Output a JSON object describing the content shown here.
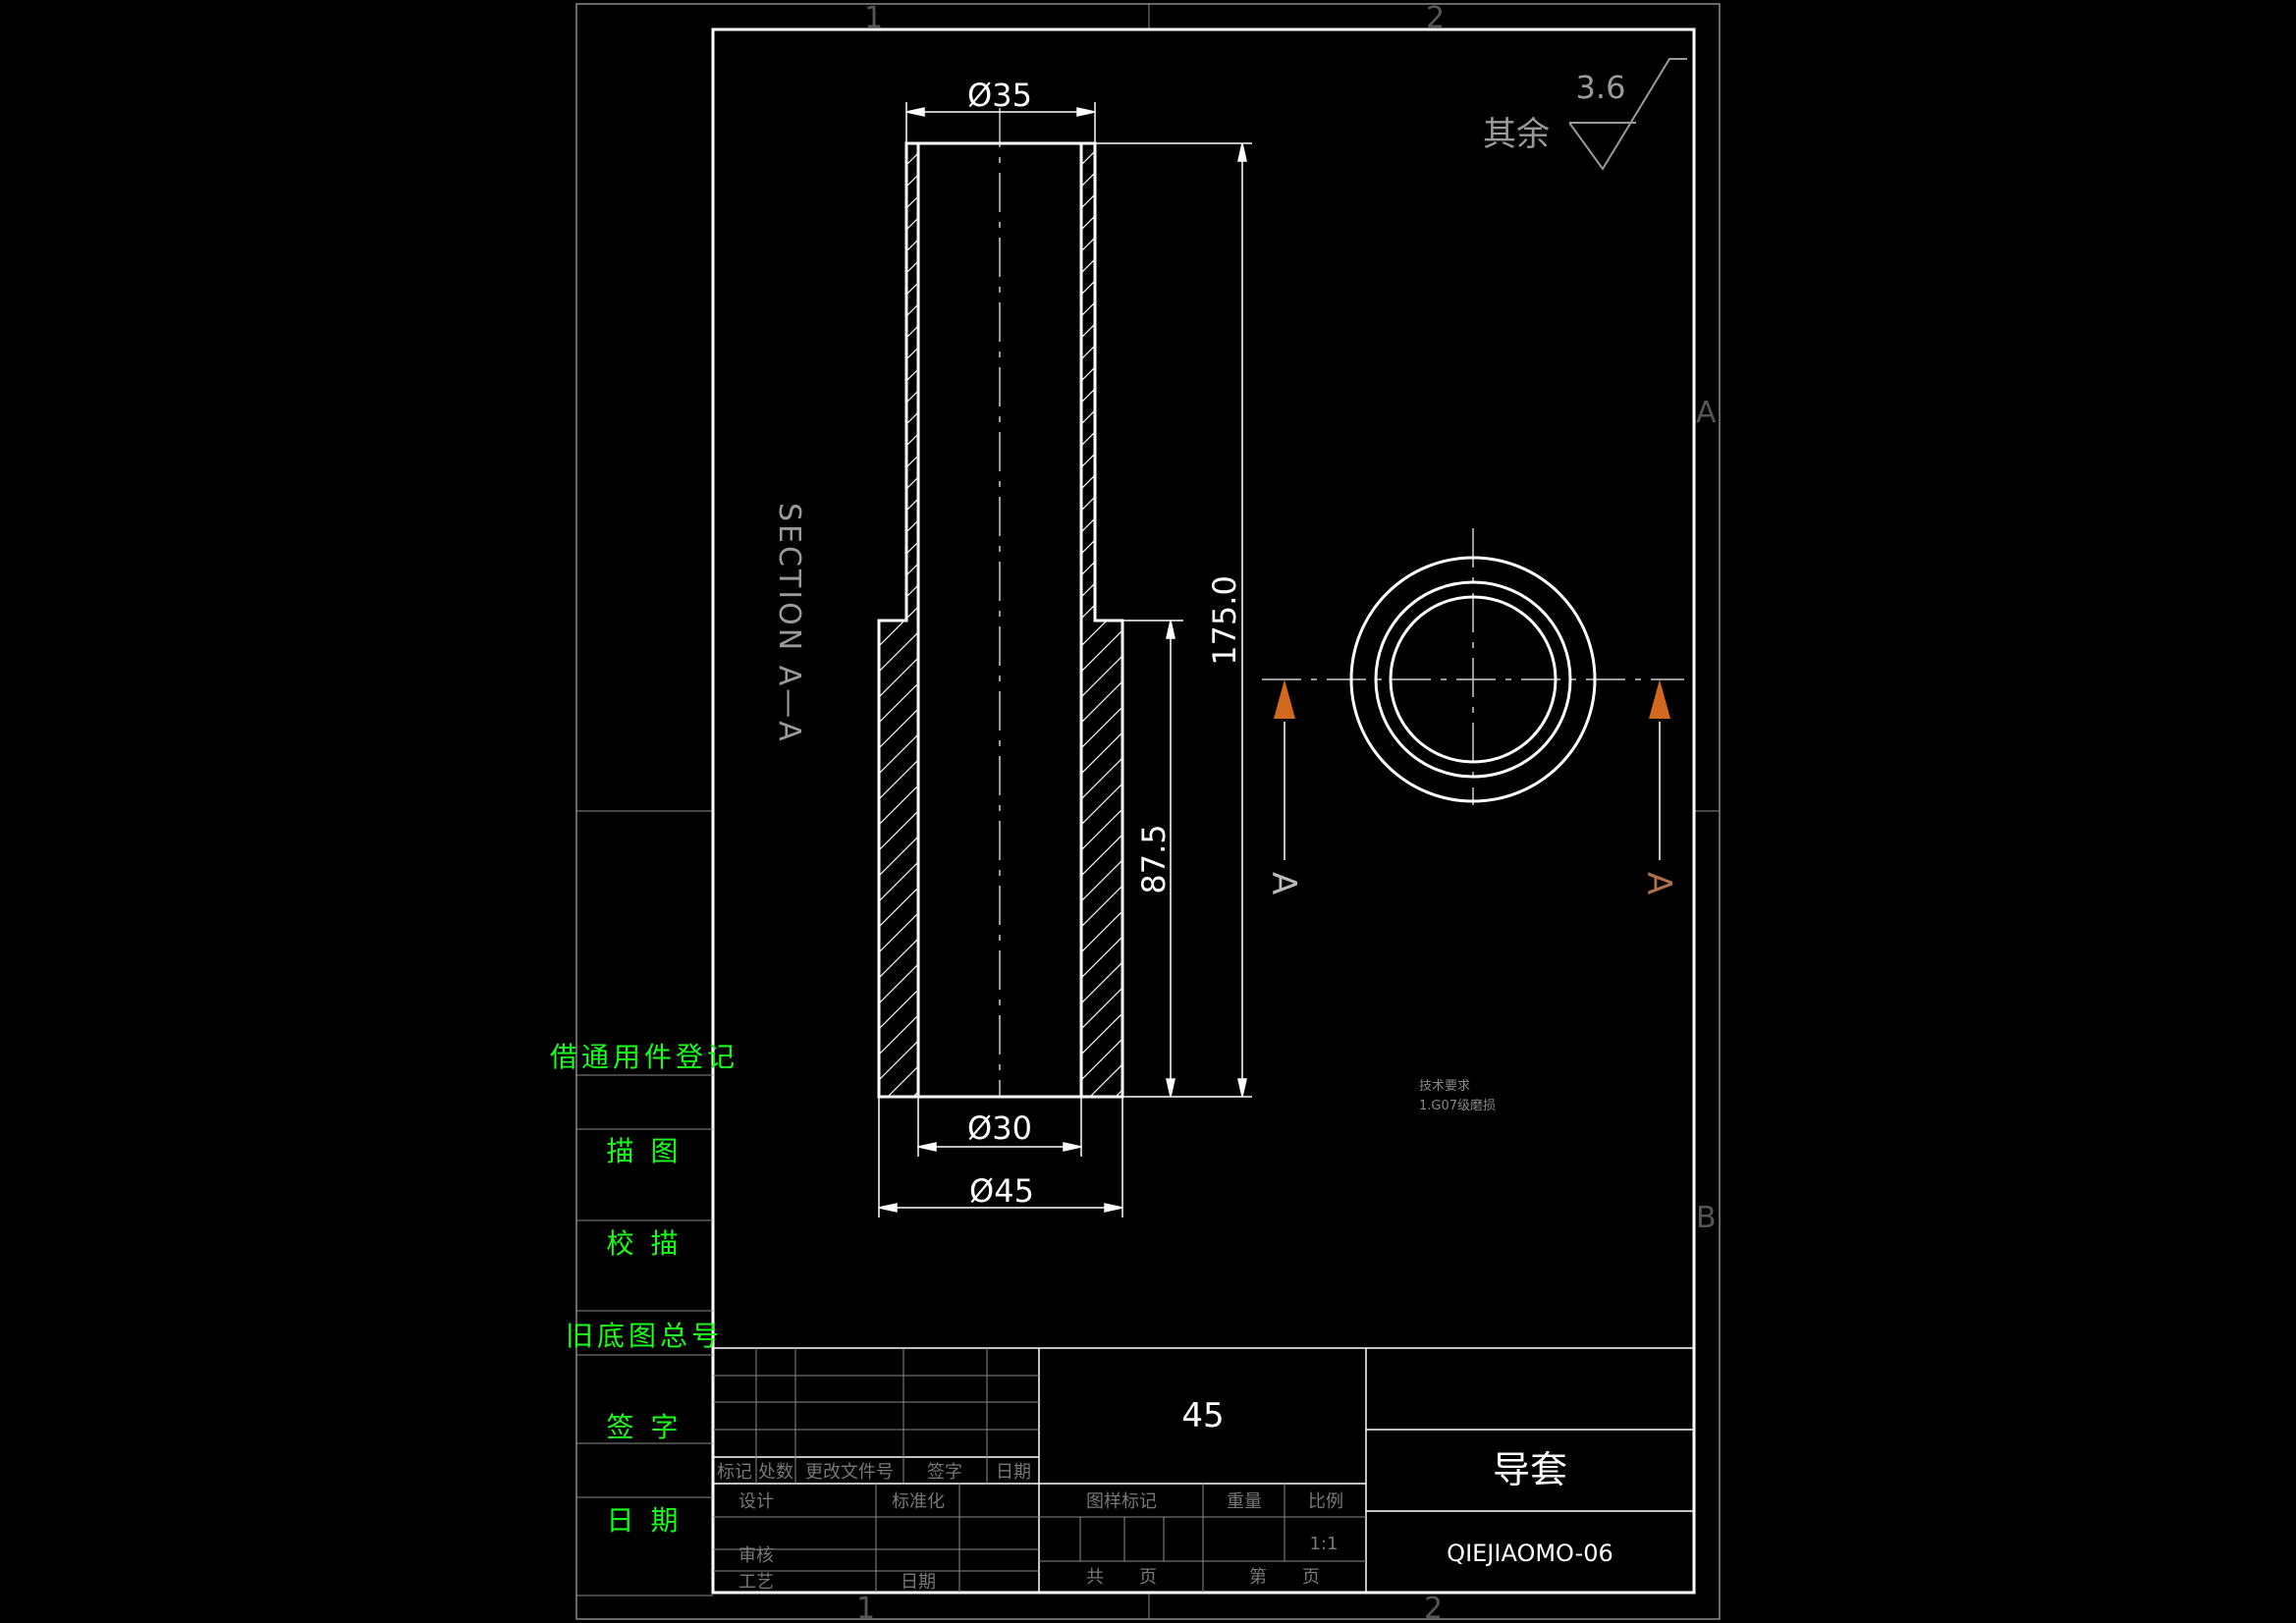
{
  "grid": {
    "top": [
      "1",
      "2"
    ],
    "right": [
      "A",
      "B"
    ],
    "bottom": [
      "1",
      "2"
    ]
  },
  "dimensions": {
    "top_diameter": "Ø35",
    "bore_diameter": "Ø30",
    "outer_diameter": "Ø45",
    "overall_length": "175.0",
    "lower_length": "87.5"
  },
  "section_label": "SECTION A—A",
  "cut_marks": [
    "A",
    "A"
  ],
  "roughness": {
    "prefix": "其余",
    "value": "3.6"
  },
  "tech_requirements": [
    "技术要求",
    "1.G07级磨损"
  ],
  "side_labels": [
    "借通用件登记",
    "描 图",
    "校 描",
    "旧底图总号",
    "签 字",
    "日 期"
  ],
  "title_block": {
    "material": "45",
    "part_name": "导套",
    "drawing_number": "QIEJIAOMO-06",
    "headers": [
      "标记",
      "处数",
      "更改文件号",
      "签字",
      "日期"
    ],
    "design": "设计",
    "standardization": "标准化",
    "review": "审核",
    "process": "工艺",
    "date": "日期",
    "pattern_mark": "图样标记",
    "weight": "重量",
    "scale_label": "比例",
    "scale_value": "1:1",
    "total_sheets": "共　　页",
    "sheet_no": "第　　页"
  },
  "colors": {
    "line": "#ffffff",
    "label": "#1aff1a",
    "arrow": "#d2691e",
    "frame": "#8a8a8a"
  }
}
